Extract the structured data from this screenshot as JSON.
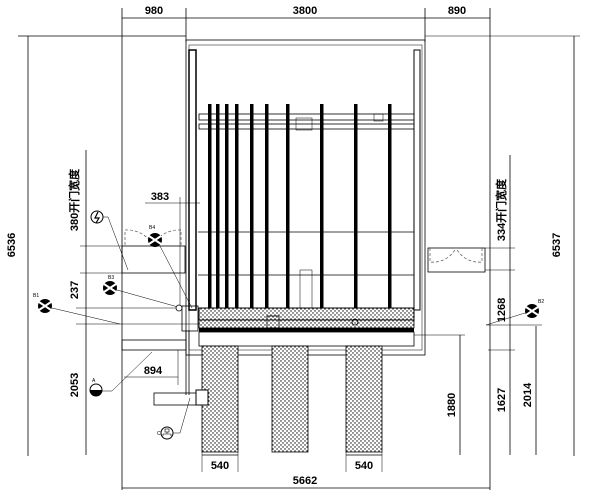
{
  "title": "Equipment layout plan",
  "dimensions": {
    "top_left": "980",
    "top_center": "3800",
    "top_right": "890",
    "left_total": "6536",
    "left_door": "380开门宽度",
    "left_upper": "237",
    "left_lower": "2053",
    "offset_383": "383",
    "offset_894": "894",
    "right_total": "6537",
    "right_door": "334开门宽度",
    "right_1268": "1268",
    "right_1627": "1627",
    "right_2014": "2014",
    "center_1880": "1880",
    "bottom_left": "540",
    "bottom_total": "5662",
    "bottom_right": "540"
  },
  "markers": {
    "b1": "B1",
    "b2": "B2",
    "b3": "B3",
    "b4": "B4",
    "a": "A",
    "c": "C"
  },
  "colors": {
    "line": "#000000",
    "fill_pattern": "#000000"
  }
}
